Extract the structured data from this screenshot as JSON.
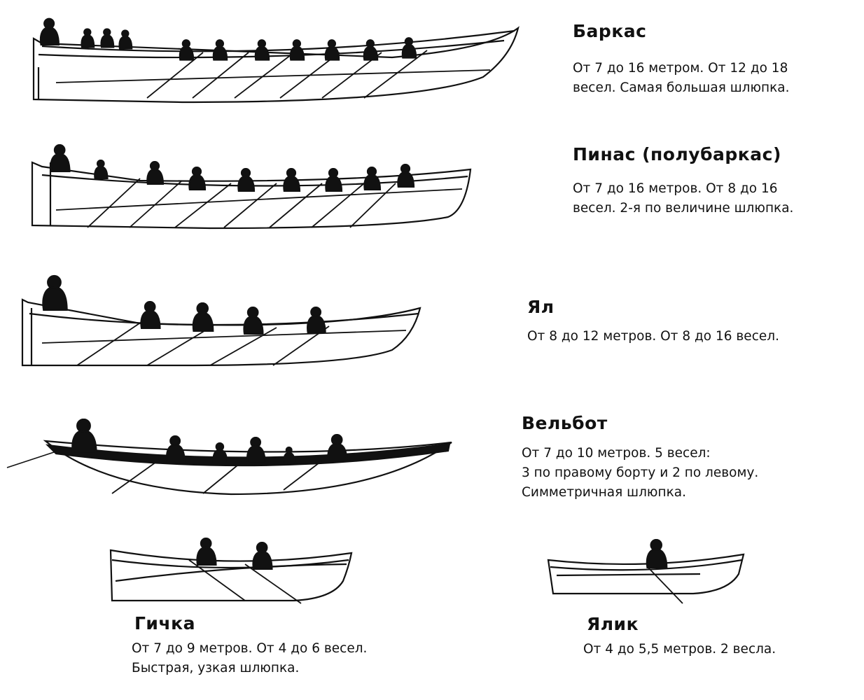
{
  "boats": [
    {
      "name": "Баркас",
      "lines": [
        "От 7 до 16 метром. От 12 до 18",
        "весел. Самая большая шлюпка."
      ]
    },
    {
      "name": "Пинас (полубаркас)",
      "lines": [
        "От 7 до 16 метров. От 8 до 16",
        "весел. 2-я по величине шлюпка."
      ]
    },
    {
      "name": "Ял",
      "lines": [
        "От 8 до 12 метров. От 8 до 16 весел."
      ]
    },
    {
      "name": "Вельбот",
      "lines": [
        "От 7 до 10 метров. 5 весел:",
        "3 по правому борту и 2 по левому.",
        "Симметричная шлюпка."
      ]
    },
    {
      "name": "Гичка",
      "lines": [
        "От 7 до 9 метров. От 4 до 6 весел.",
        "Быстрая, узкая шлюпка."
      ]
    },
    {
      "name": "Ялик",
      "lines": [
        "От 4 до 5,5 метров. 2 весла."
      ]
    }
  ]
}
